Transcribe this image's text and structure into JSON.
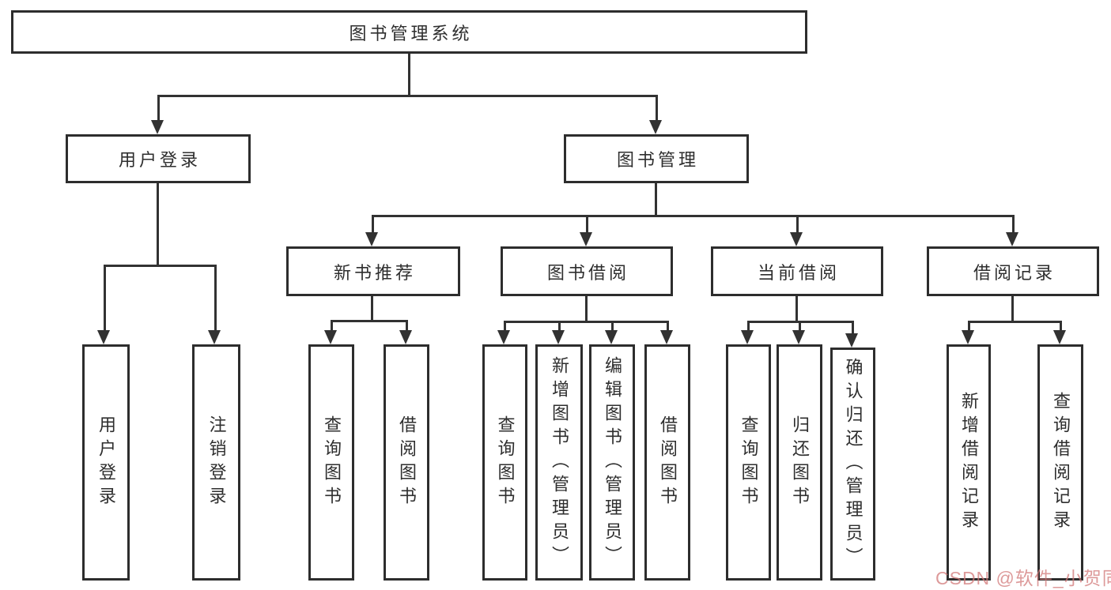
{
  "diagram": {
    "root": {
      "label": "图书管理系统"
    },
    "branches": [
      {
        "label": "用户登录",
        "children": [
          {
            "label": "用户登录"
          },
          {
            "label": "注销登录"
          }
        ]
      },
      {
        "label": "图书管理",
        "children": [
          {
            "label": "新书推荐",
            "children": [
              {
                "label": "查询图书"
              },
              {
                "label": "借阅图书"
              }
            ]
          },
          {
            "label": "图书借阅",
            "children": [
              {
                "label": "查询图书"
              },
              {
                "label": "新增图书（管理员）"
              },
              {
                "label": "编辑图书（管理员）"
              },
              {
                "label": "借阅图书"
              }
            ]
          },
          {
            "label": "当前借阅",
            "children": [
              {
                "label": "查询图书"
              },
              {
                "label": "归还图书"
              },
              {
                "label": "确认归还（管理员）"
              }
            ]
          },
          {
            "label": "借阅记录",
            "children": [
              {
                "label": "新增借阅记录"
              },
              {
                "label": "查询借阅记录"
              }
            ]
          }
        ]
      }
    ]
  },
  "watermark": {
    "text": "CSDN @软件_小贺同学"
  },
  "colors": {
    "line": "#323232",
    "border": "#2d2d2d",
    "text": "#2e2e2e",
    "watermark": "#d27878",
    "background": "#ffffff"
  }
}
